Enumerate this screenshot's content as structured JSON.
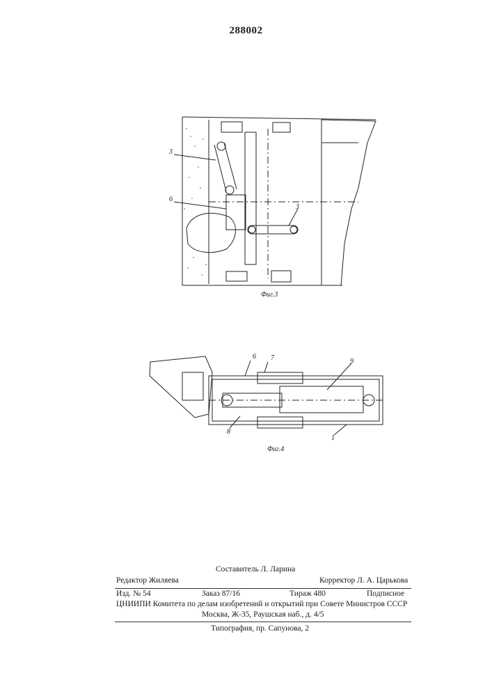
{
  "patent_number": "288002",
  "figure_3": {
    "caption": "Фиг.3",
    "callouts": [
      "3",
      "6",
      "3"
    ]
  },
  "figure_4": {
    "caption": "Фиг.4",
    "callouts": [
      "6",
      "7",
      "9",
      "8",
      "1"
    ]
  },
  "imprint": {
    "compiler": "Составитель Л. Ларина",
    "editor": "Редактор Жиляева",
    "corrector": "Корректор Л. А. Царькова",
    "issue": "Изд. № 54",
    "order": "Заказ 87/16",
    "print_run": "Тираж 480",
    "subscription": "Подписное",
    "institute": "ЦНИИПИ Комитета по делам изобретений и открытий при Совете Министров СССР",
    "address": "Москва, Ж-35, Раушская наб., д. 4/5",
    "typography": "Типография, пр. Сапунова, 2"
  }
}
